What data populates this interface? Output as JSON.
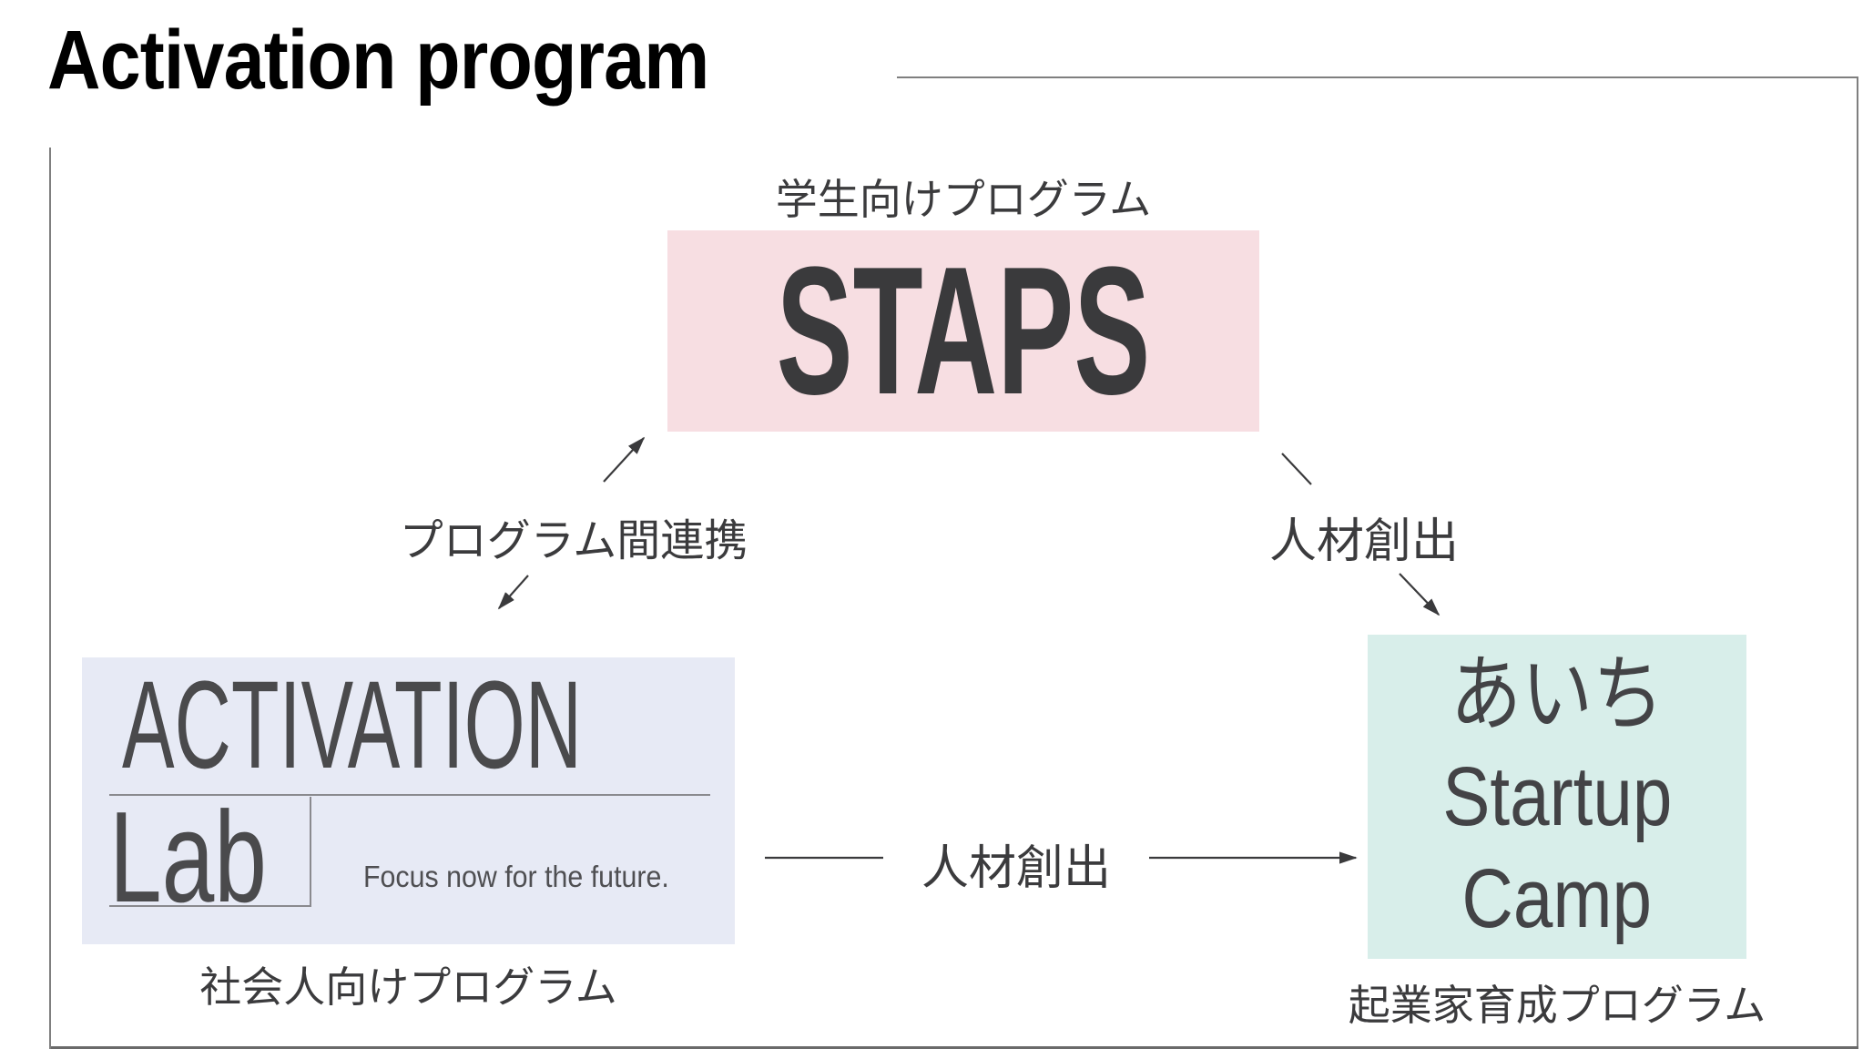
{
  "title": "Activation program",
  "diagram": {
    "staps": {
      "caption_above": "学生向けプログラム",
      "name": "STAPS",
      "bg_color": "#F7DEE2"
    },
    "activation_lab": {
      "logo_line1": "ACTIVATION",
      "logo_line2": "Lab",
      "tagline": "Focus now for the future.",
      "caption_below": "社会人向けプログラム",
      "bg_color": "#E7EAF5"
    },
    "startup_camp": {
      "logo_line1": "あいち",
      "logo_line2": "Startup",
      "logo_line3": "Camp",
      "caption_below": "起業家育成プログラム",
      "bg_color": "#D8EEEA"
    },
    "edges": {
      "staps_lab_label": "プログラム間連携",
      "staps_camp_label": "人材創出",
      "lab_camp_label": "人材創出"
    }
  },
  "colors": {
    "text_dark": "#3A3A3C",
    "logo_gray": "#4A4A4C",
    "frame_gray": "#7F7F7F",
    "arrow": "#3A3A3C",
    "title": "#000000"
  }
}
